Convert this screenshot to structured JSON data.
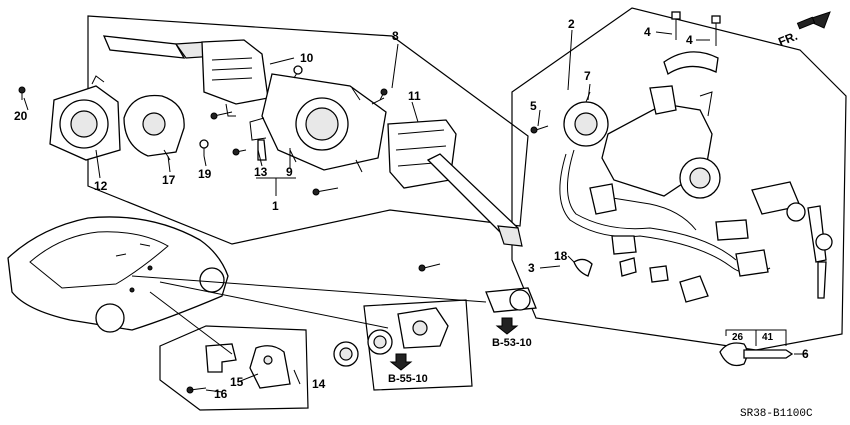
{
  "diagram": {
    "orientation": "FR.",
    "code": "SR38-B1100C",
    "callouts": {
      "c1": "1",
      "c2": "2",
      "c3": "3",
      "c4a": "4",
      "c4b": "4",
      "c5": "5",
      "c6": "6",
      "c7": "7",
      "c8": "8",
      "c9": "9",
      "c10": "10",
      "c11": "11",
      "c12": "12",
      "c13": "13",
      "c14": "14",
      "c15": "15",
      "c16": "16",
      "c17": "17",
      "c18": "18",
      "c19": "19",
      "c20": "20"
    },
    "references": {
      "r1": "B-53-10",
      "r2": "B-55-10"
    },
    "key_dimensions": {
      "d1": "26",
      "d2": "41"
    }
  }
}
